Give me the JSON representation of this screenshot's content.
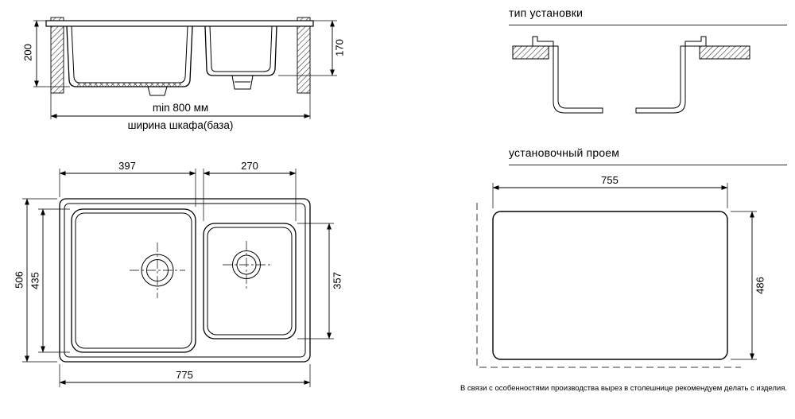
{
  "side_view": {
    "depth_left": "200",
    "depth_right": "170",
    "width_min": "min 800 мм",
    "width_caption": "ширина шкафа(база)"
  },
  "top_view": {
    "bowl_left_width": "397",
    "bowl_right_width": "270",
    "total_depth": "506",
    "bowl_left_depth": "435",
    "bowl_right_depth": "357",
    "total_width": "775"
  },
  "mount_section": {
    "title": "тип установки"
  },
  "cutout_section": {
    "title": "установочный проем",
    "cutout_width": "755",
    "cutout_height": "486"
  },
  "footer_note": "В связи с особенностями производства вырез в столешнице рекомендуем делать с изделия.",
  "colors": {
    "line": "#000000",
    "background": "#ffffff"
  }
}
